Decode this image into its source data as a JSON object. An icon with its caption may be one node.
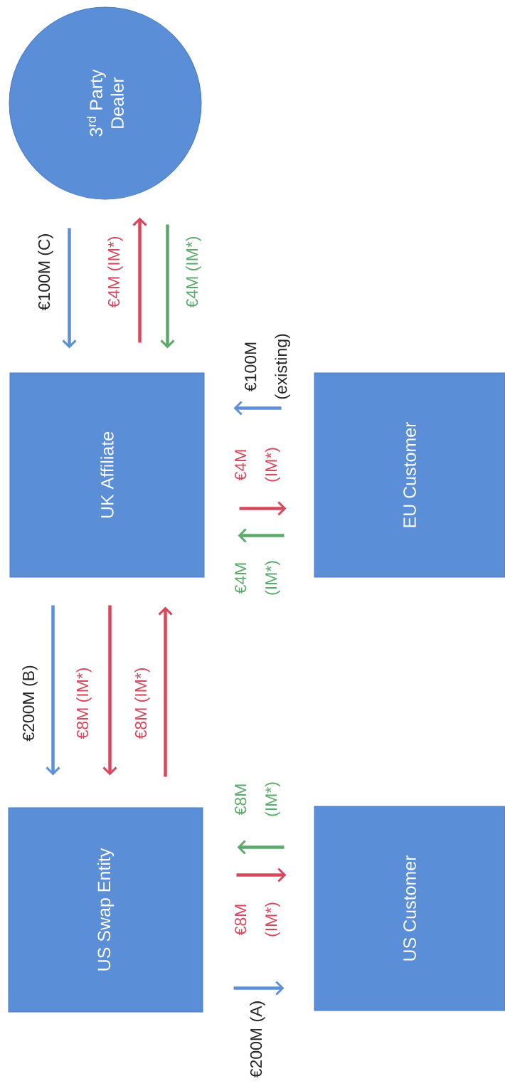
{
  "diagram": {
    "nodes": [
      {
        "text": [
          "US Swap Entity"
        ]
      },
      {
        "text": [
          "US Customer"
        ]
      },
      {
        "text": [
          "UK Affiliate"
        ]
      },
      {
        "text": [
          "EU Customer"
        ]
      },
      {
        "text": [
          "3$^{rd}$ Party Dealer"
        ]
      }
    ],
    "edges": [
      {
        "from": 4,
        "to": 2,
        "arrow": "to",
        "label": "€100M (C)",
        "color": "#5b90d8"
      },
      {
        "from": 2,
        "to": 4,
        "arrow": "to",
        "label": "€4M (IM*)",
        "color": "#d8485c"
      },
      {
        "from": 4,
        "to": 2,
        "arrow": "to",
        "label": "€4M (IM*)",
        "color": "#5aab6a"
      },
      {
        "from": 2,
        "to": 0,
        "arrow": "to",
        "label": "€200M (B)",
        "color": "#5b90d8"
      },
      {
        "from": 2,
        "to": 0,
        "arrow": "to",
        "label": "€8M (IM*)",
        "color": "#d8485c"
      },
      {
        "from": 0,
        "to": 2,
        "arrow": "to",
        "label": "€8M (IM*)",
        "color": "#d8485c"
      },
      {
        "from": 0,
        "to": 1,
        "arrow": "to",
        "label": "€200M (A)",
        "color": "#5b90d8"
      },
      {
        "from": 0,
        "to": 1,
        "arrow": "to",
        "label": "€8M (IM*)",
        "color": "#d8485c"
      },
      {
        "from": 1,
        "to": 0,
        "arrow": "to",
        "label": "€8M (IM*)",
        "color": "#5aab6a"
      },
      {
        "from": 3,
        "to": 2,
        "arrow": "to",
        "label": "€100M (existing)",
        "color": "#5b90d8"
      },
      {
        "from": 2,
        "to": 3,
        "arrow": "to",
        "label": "€4M (IM*)",
        "color": "#d8485c"
      },
      {
        "from": 3,
        "to": 2,
        "arrow": "to",
        "label": "€4M (IM*)",
        "color": "#5aab6a"
      }
    ]
  }
}
